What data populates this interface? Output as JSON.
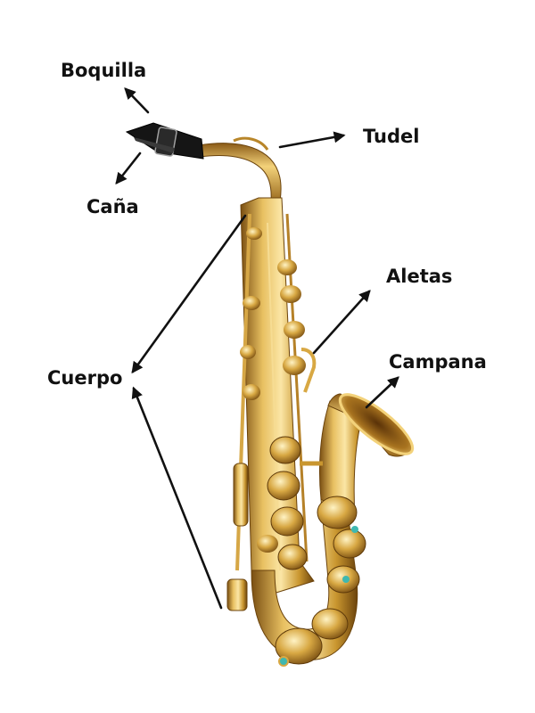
{
  "labels": {
    "boquilla": "Boquilla",
    "cana": "Caña",
    "tudel": "Tudel",
    "aletas": "Aletas",
    "campana": "Campana",
    "cuerpo": "Cuerpo"
  },
  "colors": {
    "brass_light": "#f3d27a",
    "brass_mid": "#c9962f",
    "brass_dark": "#7a4f12",
    "mouthpiece": "#151515",
    "arrow": "#111111",
    "key_pad_accent": "#3fb8b0"
  }
}
